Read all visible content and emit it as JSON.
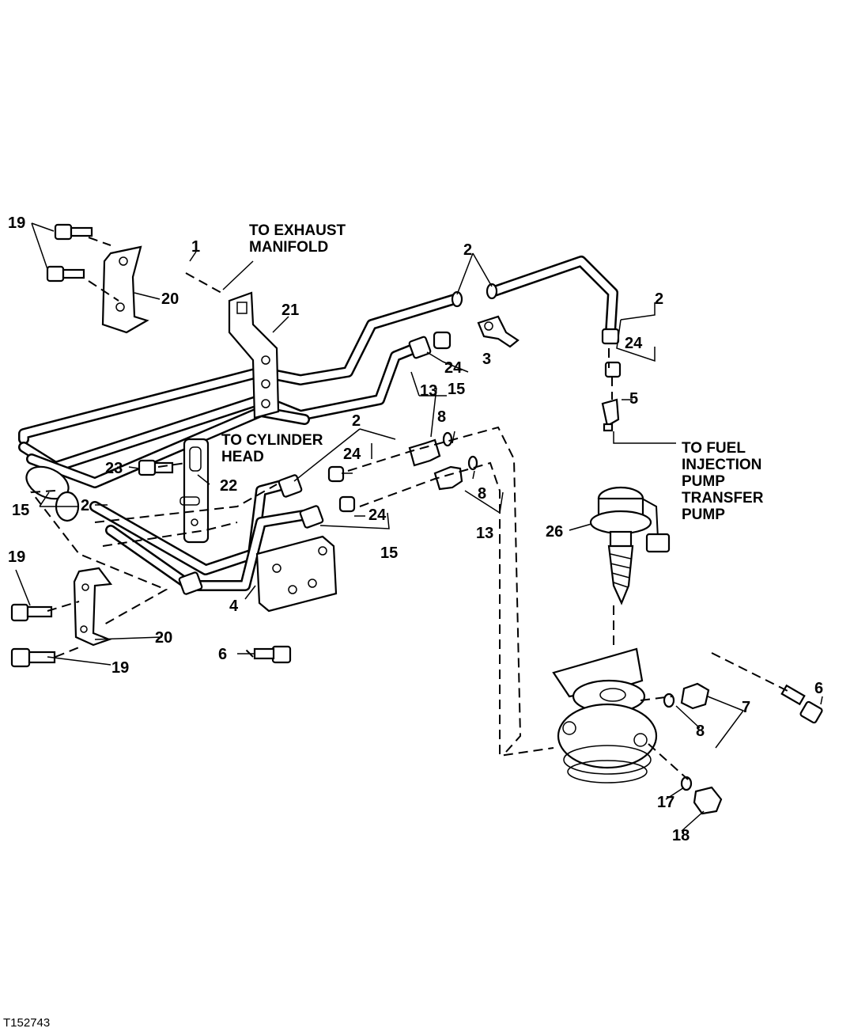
{
  "figure_id": "T152743",
  "notes": {
    "exhaust_line1": "TO EXHAUST",
    "exhaust_line2": "MANIFOLD",
    "cylinder_line1": "TO CYLINDER",
    "cylinder_line2": "HEAD",
    "fuel_line1": "TO FUEL",
    "fuel_line2": "INJECTION",
    "fuel_line3": "PUMP",
    "fuel_line4": "TRANSFER",
    "fuel_line5": "PUMP"
  },
  "callouts": {
    "c19a": "19",
    "c1": "1",
    "c20a": "20",
    "c21": "21",
    "c2a": "2",
    "c2b": "2",
    "c2c": "2",
    "c2d": "2",
    "c24a": "24",
    "c24b": "24",
    "c24c": "24",
    "c24d": "24",
    "c3": "3",
    "c15a": "15",
    "c15b": "15",
    "c15c": "15",
    "c13a": "13",
    "c13b": "13",
    "c8a": "8",
    "c8b": "8",
    "c8c": "8",
    "c5": "5",
    "c23": "23",
    "c22": "22",
    "c26": "26",
    "c4": "4",
    "c19b": "19",
    "c19c": "19",
    "c20b": "20",
    "c6a": "6",
    "c6b": "6",
    "c7": "7",
    "c17": "17",
    "c18": "18"
  }
}
